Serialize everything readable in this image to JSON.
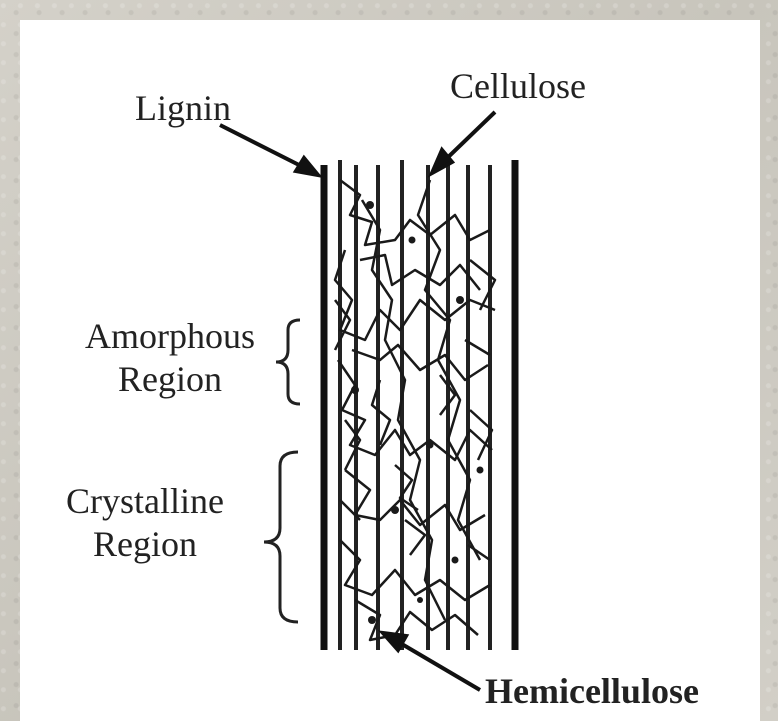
{
  "diagram": {
    "labels": {
      "lignin": "Lignin",
      "cellulose": "Cellulose",
      "amorphous_line1": "Amorphous",
      "amorphous_line2": "Region",
      "crystalline_line1": "Crystalline",
      "crystalline_line2": "Region",
      "hemicellulose": "Hemicellulose"
    }
  }
}
